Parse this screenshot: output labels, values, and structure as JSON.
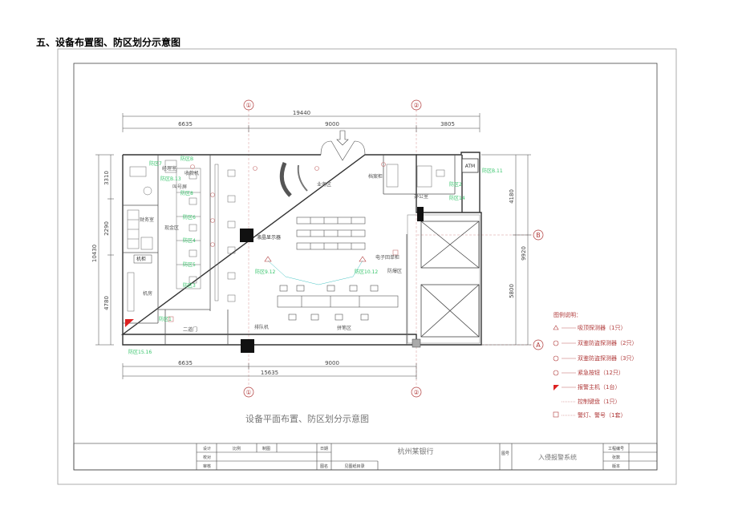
{
  "heading": "五、设备布置图、防区划分示意图",
  "drawing_title": "设备平面布置、防区划分示意图",
  "axes": {
    "one": "①",
    "two": "②",
    "a": "A",
    "b": "B"
  },
  "dims": {
    "top_total": "19440",
    "top_left": "6635",
    "top_mid": "9000",
    "top_right": "3805",
    "bottom_total": "15635",
    "bottom_left": "6635",
    "bottom_mid": "9000",
    "left_total": "10430",
    "left_1": "3310",
    "left_2": "2290",
    "left_3": "4780",
    "right_1": "4180",
    "right_total": "9920",
    "right_2": "5800"
  },
  "labels": {
    "atm": "ATM",
    "lcd": "液晶显示器",
    "jigui": "机柜",
    "jifang": "机房",
    "xianjinqu": "现金区",
    "caiwu": "财务室",
    "bangongshi": "办公室",
    "erdaomen": "二道门",
    "paiduiji": "排队机",
    "dianzi": "电子回单柜",
    "gongpeiyi": "拼笔区",
    "zhangfang": "档案柜",
    "jingli": "经理室",
    "jiao": "叫号屏",
    "fangbao": "防爆区",
    "yewuqu": "业务区",
    "cashier": "收款机"
  },
  "zones": {
    "z1": "防区B.13",
    "z2": "防区8",
    "z3": "防区6",
    "z4": "防区4",
    "z5": "防区5",
    "z6": "防区3",
    "z7": "防区1",
    "z8": "防区2",
    "z9": "防区B.11",
    "z10": "防区9.12",
    "z11": "防区10.12",
    "z12": "防区15.16",
    "z13": "防区7",
    "z14": "防区14",
    "z15": "防区B"
  },
  "legend": {
    "title": "图例说明：",
    "items": [
      {
        "label": "吸顶探测器（1只）"
      },
      {
        "label": "双鉴防盗探测器（2只）"
      },
      {
        "label": "双鉴防盗探测器（3只）"
      },
      {
        "label": "紧急按钮（12只）"
      },
      {
        "label": "报警主机（1台）"
      },
      {
        "label": "控制键盘（1只）"
      },
      {
        "label": "警灯、警号（1套）"
      }
    ]
  },
  "title_block": {
    "project": "杭州某银行",
    "system": "入侵报警系统",
    "label_design": "设计",
    "label_check": "校对",
    "label_audit": "审核",
    "label_scale": "比例",
    "label_draw": "制图",
    "label_date": "日期",
    "label_date_val": "见图纸目录",
    "label_proj": "工程编号",
    "label_figure": "图号",
    "label_name": "图名",
    "label_sheet": "张数",
    "label_ver": "版本"
  },
  "colors": {
    "accent": "#b03a3a",
    "zone": "#35c46a",
    "line": "#555555"
  }
}
